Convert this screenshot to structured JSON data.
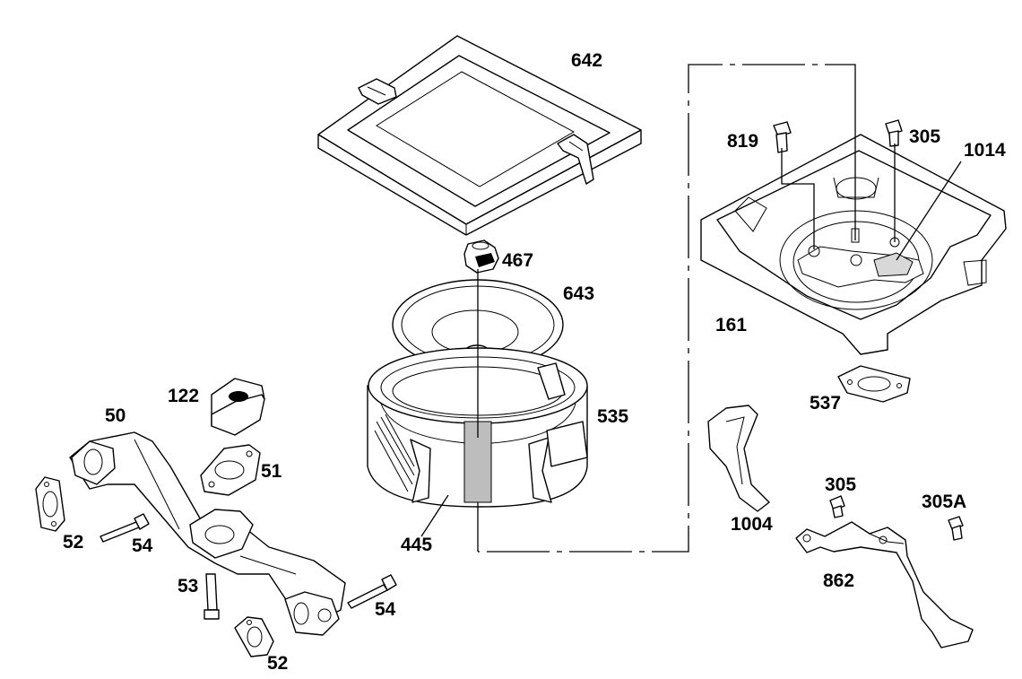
{
  "labels": {
    "p642": "642",
    "p467": "467",
    "p643": "643",
    "p535": "535",
    "p445": "445",
    "p122": "122",
    "p50": "50",
    "p51": "51",
    "p52a": "52",
    "p54a": "54",
    "p53": "53",
    "p54b": "54",
    "p52b": "52",
    "p819": "819",
    "p305a": "305",
    "p1014": "1014",
    "p161": "161",
    "p537": "537",
    "p1004": "1004",
    "p305b": "305",
    "p305A": "305A",
    "p862": "862"
  },
  "colors": {
    "line": "#000000",
    "background": "#ffffff"
  }
}
